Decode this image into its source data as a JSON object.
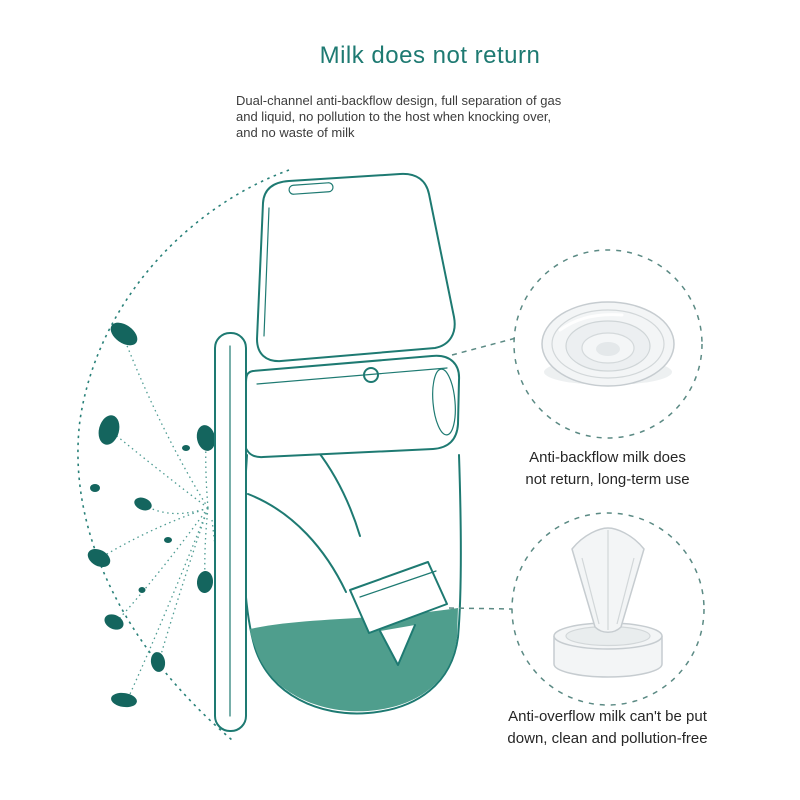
{
  "title": "Milk does not return",
  "description": {
    "lines": [
      "Dual-channel anti-backflow design, full separation of gas",
      "and liquid, no pollution to the host when knocking over,",
      "and no waste of milk"
    ]
  },
  "callouts": [
    {
      "name": "anti-backflow-diaphragm",
      "lines": [
        "Anti-backflow milk does",
        "not return, long-term use"
      ]
    },
    {
      "name": "anti-overflow-duckbill-valve",
      "lines": [
        "Anti-overflow milk can't be put",
        "down, clean and pollution-free"
      ]
    }
  ],
  "colors": {
    "accent": "#1e7a72",
    "blob": "#14655e",
    "duct": "#4f9c93",
    "liquid": "#4f9e8d",
    "muted": "#5b8a84",
    "title": "#1e7a72",
    "text": "#3c3c3c"
  }
}
